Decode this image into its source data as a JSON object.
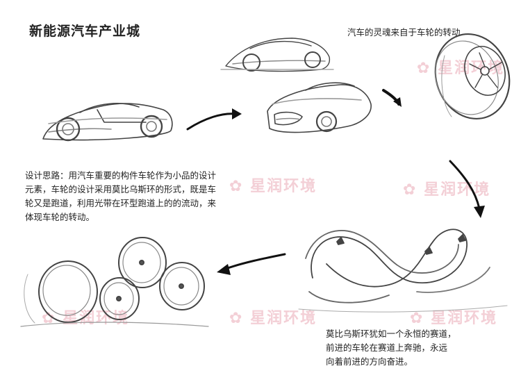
{
  "title": "新能源汽车产业城",
  "captions": {
    "soul": "汽车的灵魂来自于车轮的转动",
    "design": [
      "设计思路：用汽车重要的构件车轮作为小品的设计",
      "元素，车轮的设计采用莫比乌斯环的形式，既是车",
      "轮又是跑道，利用光带在环型跑道上的的流动，来",
      "体现车轮的转动。"
    ],
    "mobius": [
      "莫比乌斯环犹如一个永恒的赛道，",
      "前进的车轮在赛道上奔驰，永远",
      "向着前进的方向奋进。"
    ]
  },
  "watermark": "星润环境",
  "colors": {
    "watermark": "#f2c7cf",
    "ink": "#222222"
  }
}
